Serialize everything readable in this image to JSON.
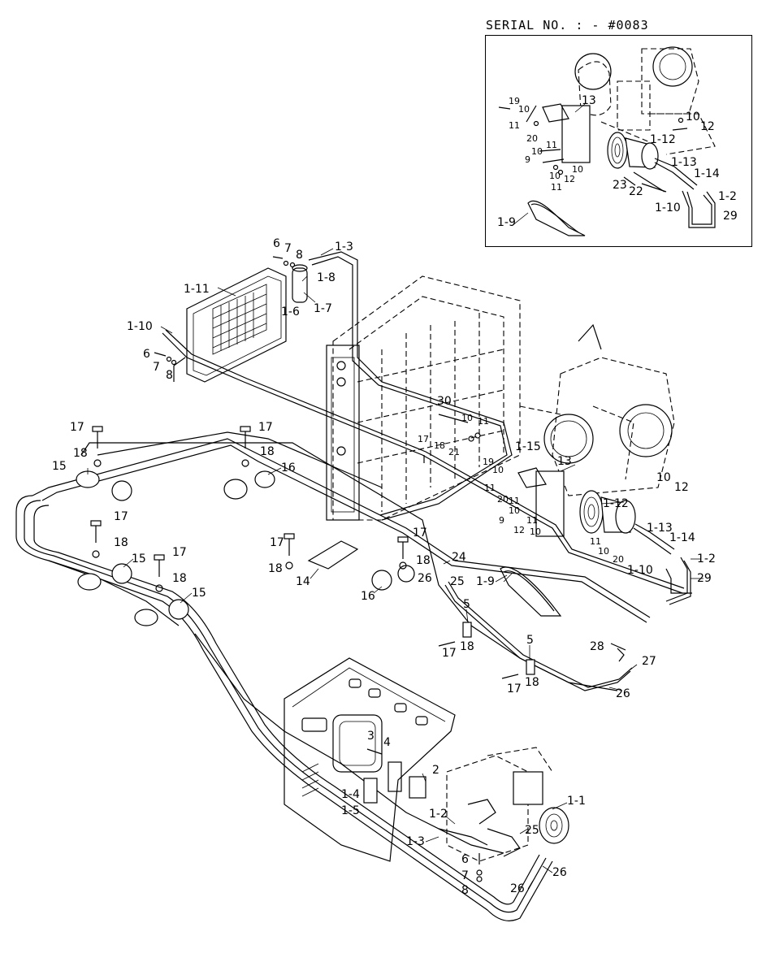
{
  "header": {
    "serial_label": "SERIAL NO. : - #0083"
  },
  "inset_labels": [
    "19",
    "10",
    "11",
    "20",
    "13",
    "10",
    "12",
    "1-12",
    "11",
    "10",
    "9",
    "10",
    "11",
    "12",
    "10",
    "1-13",
    "1-14",
    "23",
    "22",
    "1-2",
    "1-10",
    "29",
    "1-9"
  ],
  "main_labels": [
    "6",
    "7",
    "8",
    "1-3",
    "1-8",
    "1-11",
    "1-6",
    "1-7",
    "1-10",
    "6",
    "7",
    "8",
    "30",
    "10",
    "11",
    "17",
    "18",
    "21",
    "1-15",
    "19",
    "10",
    "13",
    "11",
    "20",
    "10",
    "12",
    "11",
    "1-12",
    "10",
    "9",
    "11",
    "12",
    "10",
    "1-13",
    "11",
    "1-14",
    "10",
    "20",
    "1-2",
    "1-10",
    "29",
    "1-9",
    "17",
    "18",
    "15",
    "16",
    "17",
    "18",
    "17",
    "18",
    "17",
    "17",
    "18",
    "14",
    "18",
    "24",
    "15",
    "26",
    "25",
    "16",
    "17",
    "18",
    "15",
    "5",
    "18",
    "17",
    "5",
    "28",
    "27",
    "18",
    "17",
    "26",
    "3",
    "4",
    "2",
    "1-1",
    "1-4",
    "1-5",
    "1-2",
    "25",
    "1-3",
    "6",
    "7",
    "8",
    "26",
    "26"
  ]
}
